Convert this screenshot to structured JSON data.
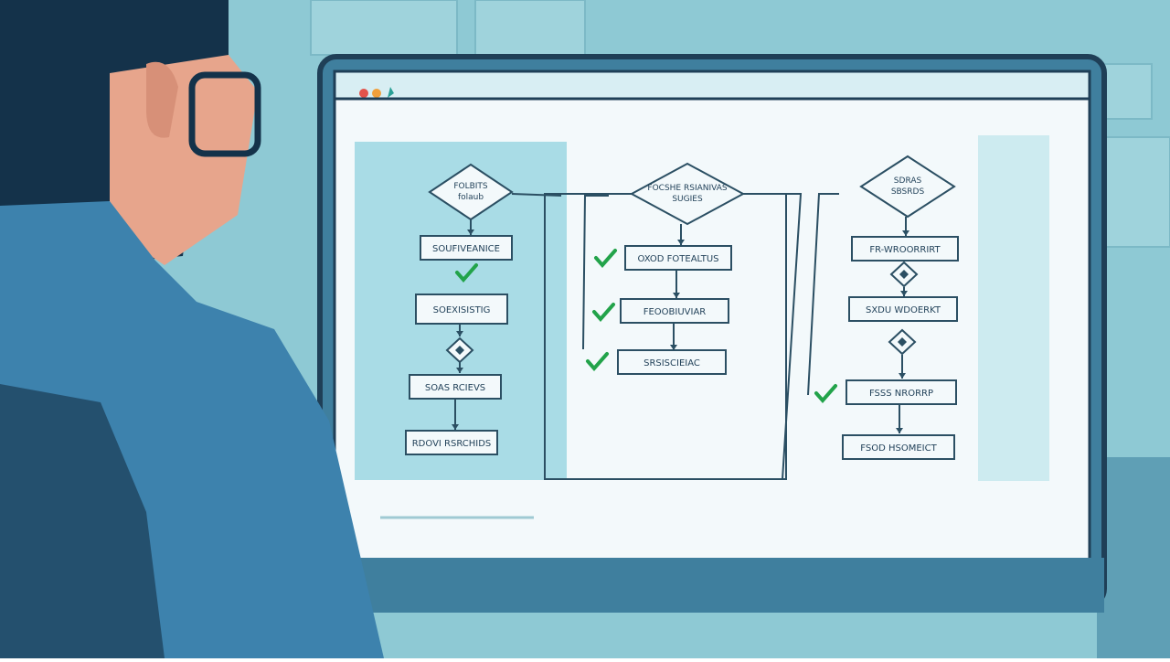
{
  "scene": {
    "description_free": true,
    "palette": {
      "wall": "#8ec9d4",
      "wall_panel": "#9fd3dc",
      "monitor_frame": "#3f7f9e",
      "monitor_outline": "#1f3f57",
      "screen": "#f3f9fb",
      "panel_fill": "#a9dce6",
      "line": "#2b4f63",
      "check": "#22a34a",
      "shirt": "#3d82ad",
      "shirt_dark": "#24506e",
      "hair": "#14324a",
      "skin": "#e7a58c"
    }
  },
  "browser": {
    "icons": [
      "red-dot-icon",
      "orange-dot-icon",
      "teal-leaf-icon"
    ]
  },
  "flowcharts": {
    "left": {
      "decision": [
        "FOLBITS",
        "folaub"
      ],
      "steps": [
        "SOUFIVEANICE",
        "SOEXISISTIG",
        "SOAS RCIEVS",
        "RDOVI RSRCHIDS"
      ]
    },
    "middle": {
      "decision": [
        "FOCSHE RSIANIVAS",
        "SUGIES"
      ],
      "steps": [
        "OXOD FOTEALTUS",
        "FEOOBIUVIAR",
        "SRSISCIEIAC"
      ]
    },
    "right": {
      "decision": [
        "SDRAS",
        "SBSRDS"
      ],
      "steps": [
        "FR-WROORRIRT",
        "SXDU WDOERKT",
        "FSSS NRORRP",
        "FSOD HSOMEICT"
      ]
    }
  }
}
